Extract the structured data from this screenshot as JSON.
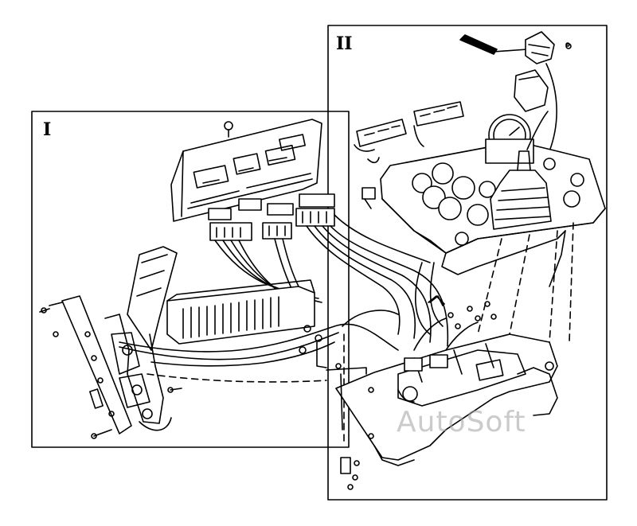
{
  "diagram": {
    "panel_labels": {
      "left": "I",
      "right": "II"
    },
    "watermark": "AutoSoft",
    "colors": {
      "ink": "#000000",
      "paper": "#ffffff",
      "watermark": "#a0a0a0"
    }
  }
}
